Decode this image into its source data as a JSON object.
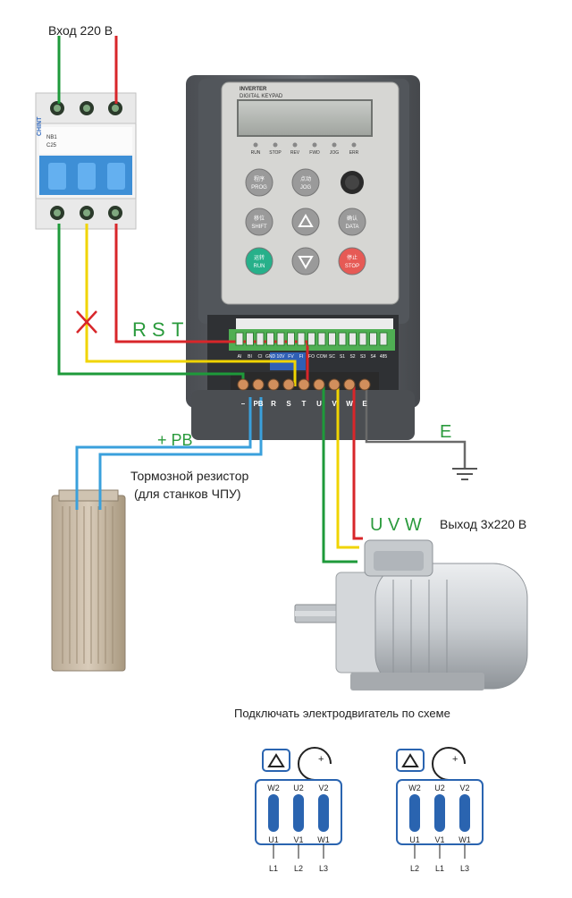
{
  "labels": {
    "input": "Вход 220 В",
    "rst_r": "R",
    "rst_s": "S",
    "rst_t": "T",
    "pb": "+ PB",
    "earth": "E",
    "resistor_line1": "Тормозной резистор",
    "resistor_line2": "(для станков ЧПУ)",
    "uvw": "U V W",
    "output": "Выход 3x220 В",
    "connect_note": "Подключать электродвигатель по схеме"
  },
  "breaker": {
    "brand": "CHINT",
    "model": "NB1",
    "rating": "C25"
  },
  "inverter": {
    "title": "INVERTER",
    "subtitle": "DIGITAL KEYPAD",
    "indicators": [
      "RUN",
      "STOP",
      "REV",
      "FWD",
      "JOG",
      "ERR"
    ],
    "buttons": [
      {
        "cn": "程序",
        "en": "PROG"
      },
      {
        "cn": "点动",
        "en": "JOG"
      },
      {
        "cn": "移位",
        "en": "SHIFT"
      },
      {
        "cn": "确认",
        "en": "DATA"
      },
      {
        "cn": "运转",
        "en": "RUN"
      },
      {
        "cn": "停止",
        "en": "STOP"
      }
    ],
    "terminals_top": [
      "AI",
      "BI",
      "CI",
      "GND",
      "10V",
      "FV",
      "FI",
      "FO",
      "COM",
      "SC",
      "S1",
      "S2",
      "S3",
      "S4",
      "485"
    ],
    "terminals_bottom": [
      "–",
      "PB",
      "R",
      "S",
      "T",
      "U",
      "V",
      "W",
      "E"
    ]
  },
  "schemes": [
    {
      "top": [
        "W2",
        "U2",
        "V2"
      ],
      "bottom": [
        "U1",
        "V1",
        "W1"
      ],
      "lines": [
        "L1",
        "L2",
        "L3"
      ]
    },
    {
      "top": [
        "W2",
        "U2",
        "V2"
      ],
      "bottom": [
        "U1",
        "V1",
        "W1"
      ],
      "lines": [
        "L2",
        "L1",
        "L3"
      ]
    }
  ],
  "colors": {
    "green_wire": "#1e9a3a",
    "red_wire": "#d8262a",
    "yellow_wire": "#f0d400",
    "blue_wire": "#3aa0dc",
    "gray_wire": "#6a6a6a",
    "label_green": "#2a9a3c",
    "cross_red": "#d8262a",
    "scheme_blue": "#2a64b0"
  },
  "icons": {
    "delta": "triangle",
    "rotation": "clockwise-arrow",
    "ground": "earth-ground",
    "knob": "potentiometer-knob",
    "up": "arrow-up",
    "down": "arrow-down"
  }
}
